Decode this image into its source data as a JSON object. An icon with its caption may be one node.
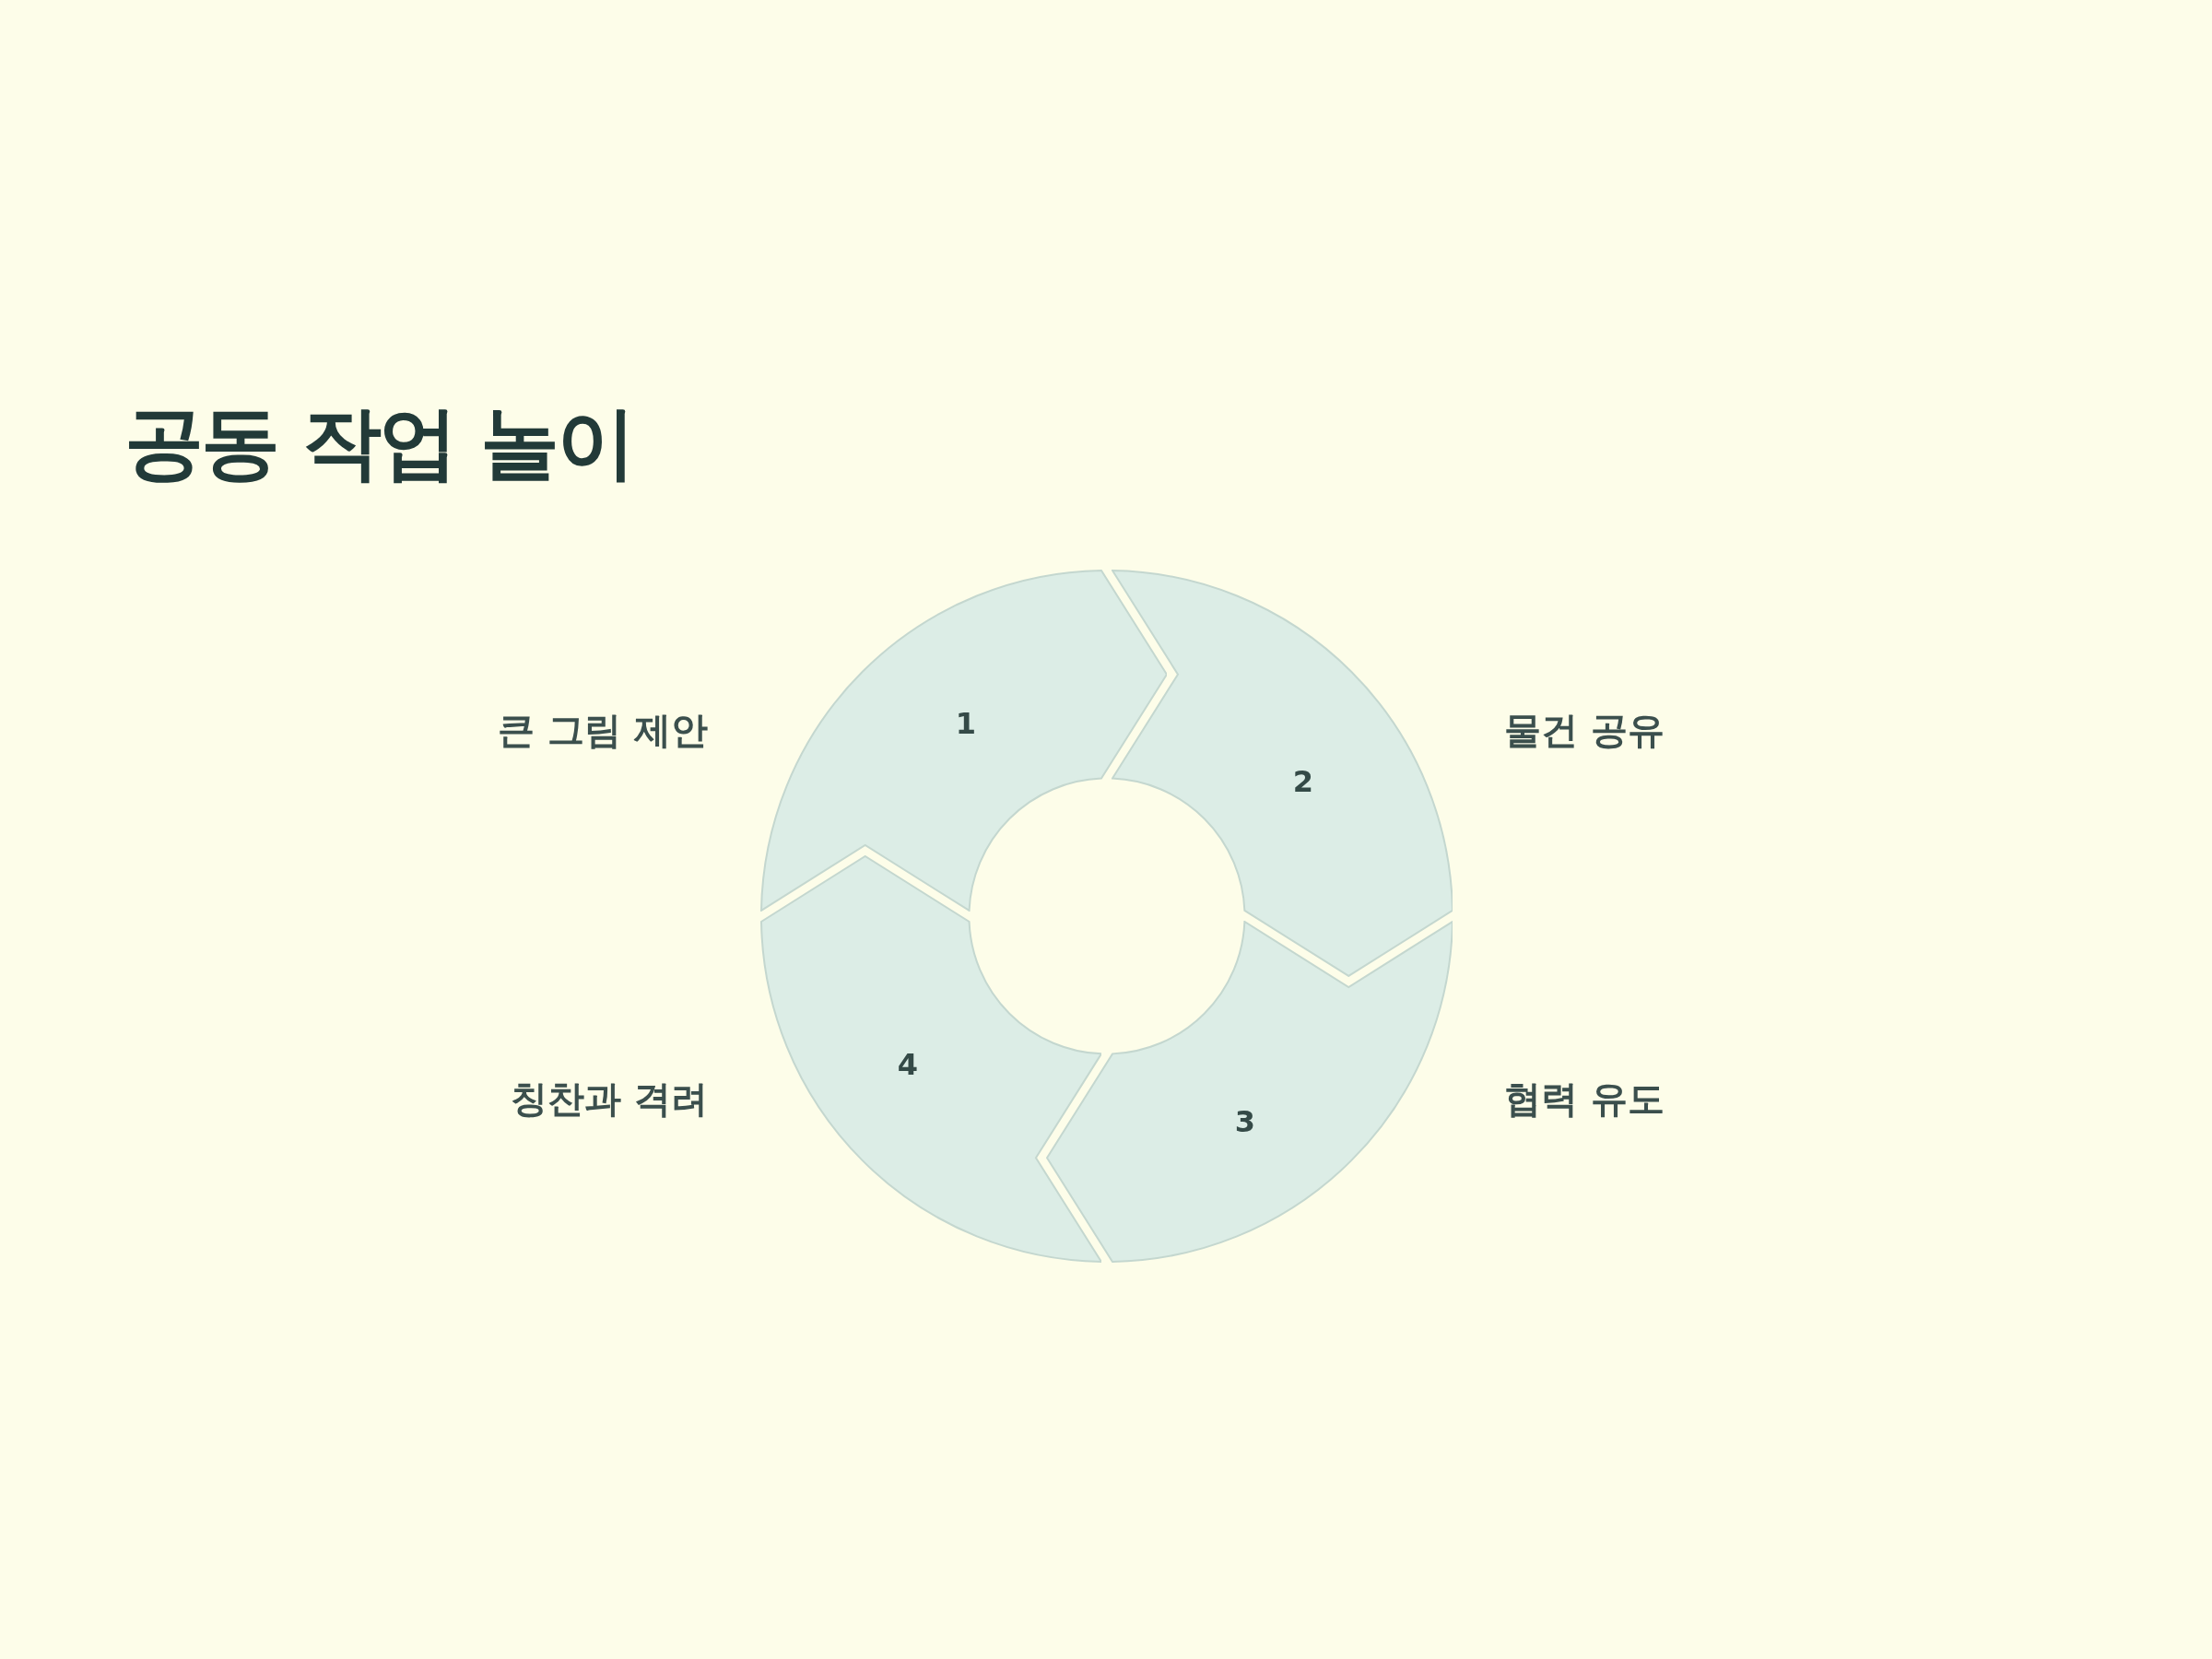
{
  "diagram": {
    "title": "공동 작업 놀이",
    "nodes": [
      {
        "text": [
          "1"
        ],
        "beside": [
          "큰 그림 제안"
        ]
      },
      {
        "text": [
          "2"
        ],
        "beside": [
          "물건 공유"
        ]
      },
      {
        "text": [
          "3"
        ],
        "beside": [
          "협력 유도"
        ]
      },
      {
        "text": [
          "4"
        ],
        "beside": [
          "칭찬과 격려"
        ]
      }
    ]
  }
}
